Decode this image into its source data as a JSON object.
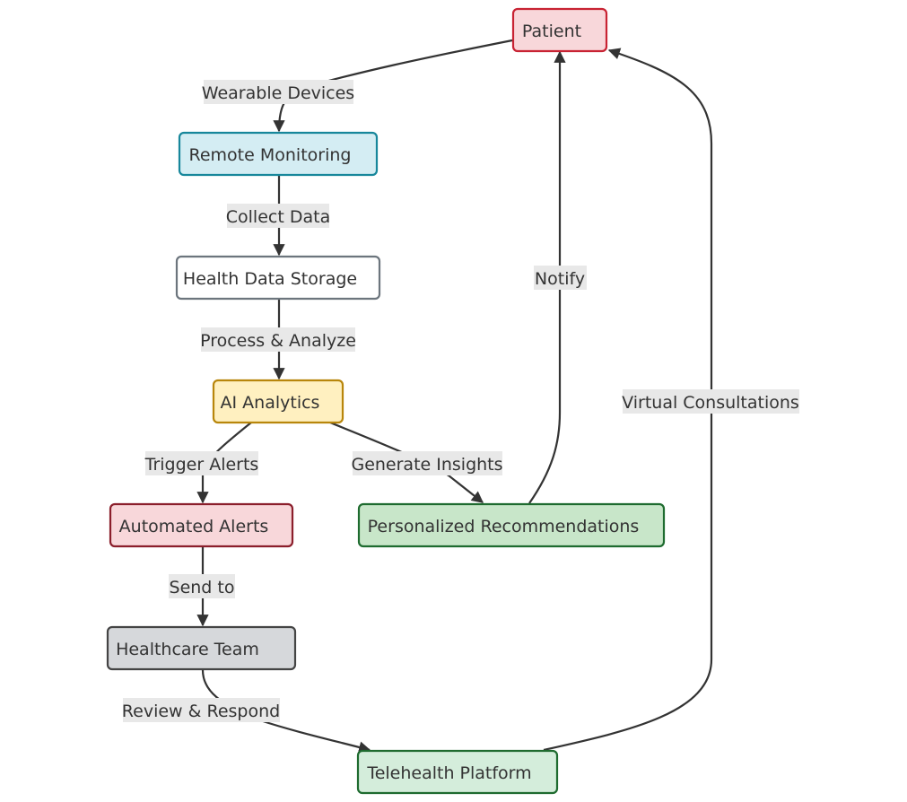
{
  "nodes": {
    "patient": {
      "label": "Patient",
      "fill": "#f8d7da",
      "stroke": "#c82333"
    },
    "remote_monitoring": {
      "label": "Remote Monitoring",
      "fill": "#d4edf3",
      "stroke": "#17879b"
    },
    "health_data_storage": {
      "label": "Health Data Storage",
      "fill": "#ffffff",
      "stroke": "#6c757d"
    },
    "ai_analytics": {
      "label": "AI Analytics",
      "fill": "#fff0c0",
      "stroke": "#b8860b"
    },
    "automated_alerts": {
      "label": "Automated Alerts",
      "fill": "#f8d7da",
      "stroke": "#8b1e2b"
    },
    "personalized_recommendations": {
      "label": "Personalized Recommendations",
      "fill": "#c8e6c9",
      "stroke": "#1e6b2f"
    },
    "healthcare_team": {
      "label": "Healthcare Team",
      "fill": "#d6d8db",
      "stroke": "#444444"
    },
    "telehealth_platform": {
      "label": "Telehealth Platform",
      "fill": "#d4eddb",
      "stroke": "#1e6b2f"
    }
  },
  "edges": {
    "wearable_devices": "Wearable Devices",
    "collect_data": "Collect Data",
    "process_analyze": "Process & Analyze",
    "trigger_alerts": "Trigger Alerts",
    "generate_insights": "Generate Insights",
    "notify": "Notify",
    "send_to": "Send to",
    "review_respond": "Review & Respond",
    "virtual_consultations": "Virtual Consultations"
  }
}
